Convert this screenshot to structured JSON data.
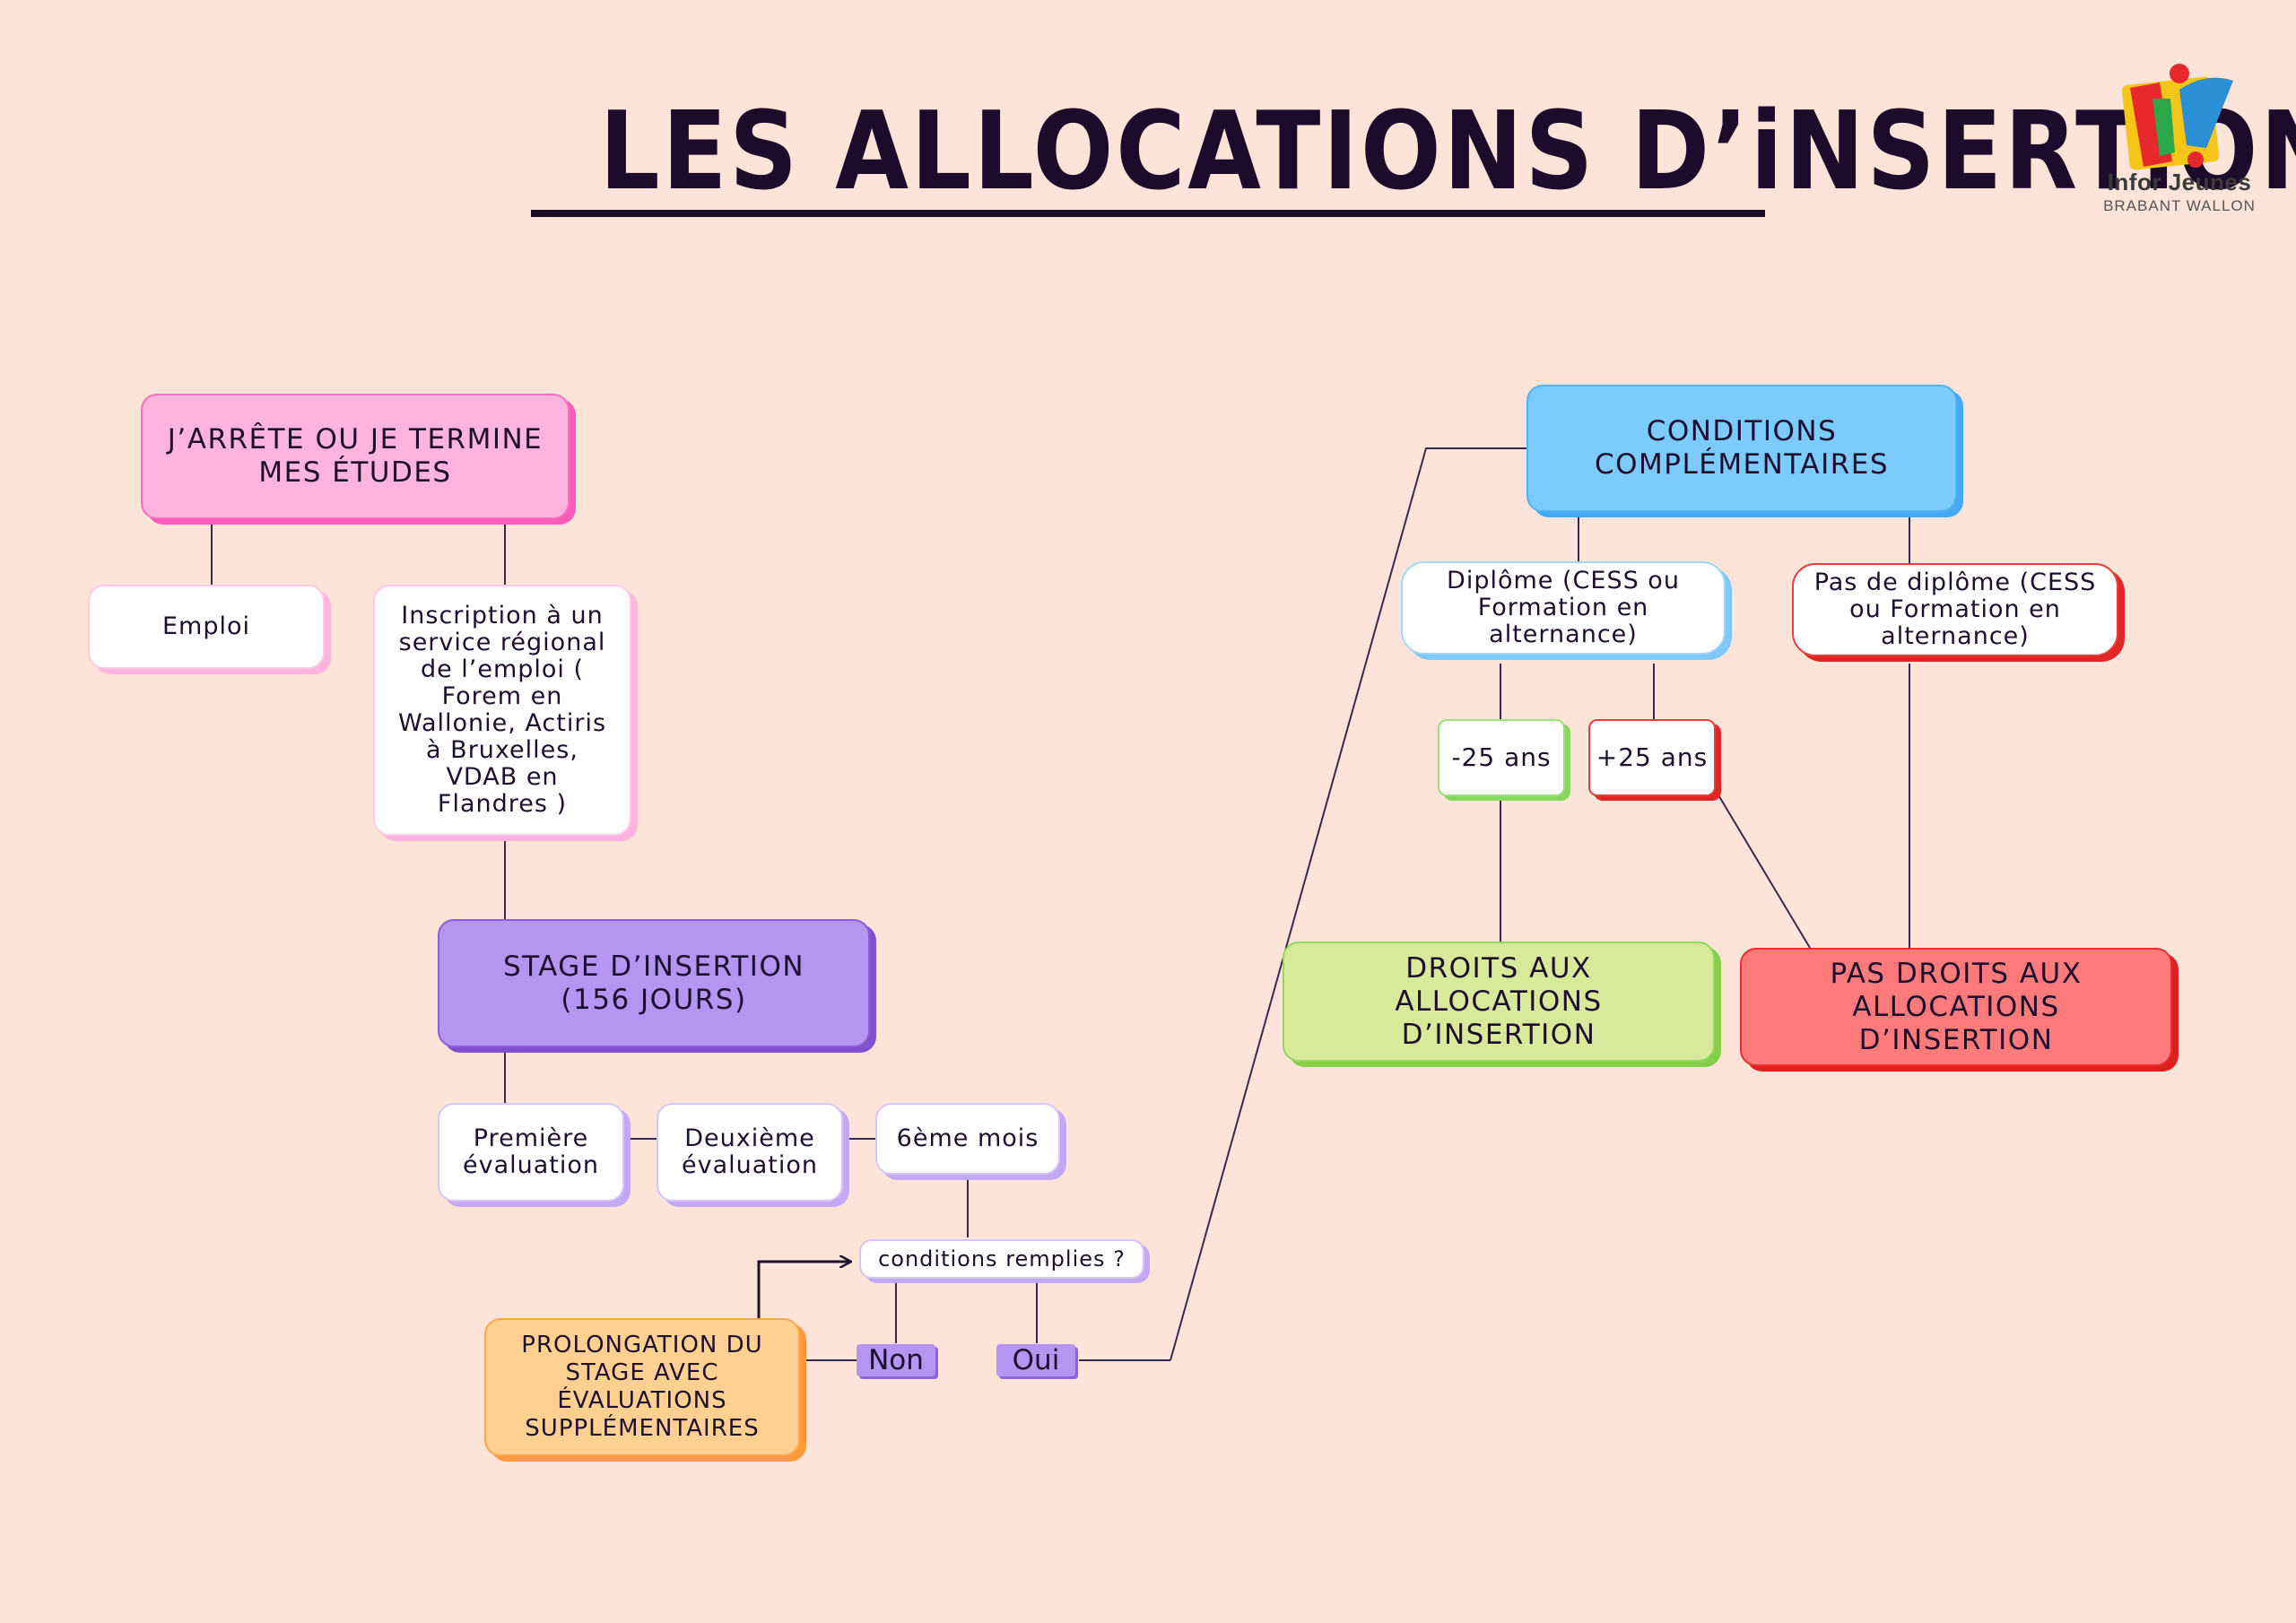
{
  "title": "LES ALLOCATIONS D’iNSERTiON",
  "logo": {
    "name": "Infor Jeunes",
    "subtitle": "BRABANT WALLON"
  },
  "nodes": {
    "arrete": "J’ARRÊTE OU JE TERMINE MES ÉTUDES",
    "emploi": "Emploi",
    "inscription": "Inscription à un service régional de l’emploi ( Forem en Wallonie, Actiris à Bruxelles, VDAB en Flandres )",
    "stage": "STAGE D’INSERTION (156 JOURS)",
    "premiere": "Première évaluation",
    "deuxieme": "Deuxième évaluation",
    "sixieme": "6ème mois",
    "conditions_remplies": "conditions remplies ?",
    "non": "Non",
    "oui": "Oui",
    "prolongation": "PROLONGATION DU STAGE AVEC ÉVALUATIONS SUPPLÉMENTAIRES",
    "conditions_comp": "CONDITIONS COMPLÉMENTAIRES",
    "diplome": "Diplôme (CESS ou Formation en alternance)",
    "pas_diplome": "Pas de diplôme (CESS ou Formation en alternance)",
    "moins25": "-25 ans",
    "plus25": "+25 ans",
    "droits": "DROITS AUX ALLOCATIONS D’INSERTION",
    "pas_droits": "PAS DROITS AUX ALLOCATIONS D’INSERTION"
  },
  "colors": {
    "background": "#fce4d8",
    "pink": "#ffb3df",
    "purple": "#b594f2",
    "blue": "#7ccbfd",
    "green": "#d8e99a",
    "red": "#ff7a7a",
    "orange": "#ffd08f"
  }
}
